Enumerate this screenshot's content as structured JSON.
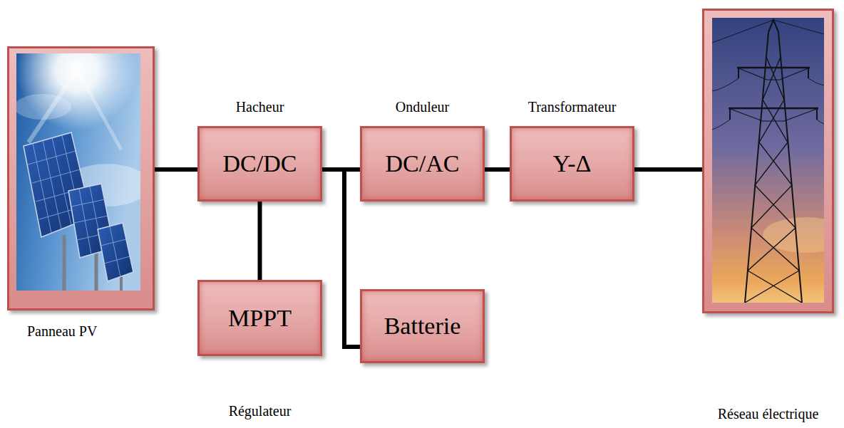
{
  "diagram": {
    "nodes": [
      {
        "text": [
          "Panneau PV"
        ]
      },
      {
        "text": [
          "Hacheur",
          "DC/DC"
        ]
      },
      {
        "text": [
          "MPPT",
          "Régulateur"
        ]
      },
      {
        "text": [
          "Onduleur",
          "DC/AC"
        ]
      },
      {
        "text": [
          "Batterie"
        ]
      },
      {
        "text": [
          "Transformateur",
          "Y-Δ"
        ]
      },
      {
        "text": [
          "Réseau électrique"
        ]
      }
    ],
    "edges": [
      {
        "from": 0,
        "to": 1,
        "arrow": "none"
      },
      {
        "from": 1,
        "to": 2,
        "arrow": "none"
      },
      {
        "from": 1,
        "to": 3,
        "arrow": "none"
      },
      {
        "from": 1,
        "to": 4,
        "arrow": "none"
      },
      {
        "from": 3,
        "to": 5,
        "arrow": "none"
      },
      {
        "from": 5,
        "to": 6,
        "arrow": "none"
      }
    ]
  }
}
